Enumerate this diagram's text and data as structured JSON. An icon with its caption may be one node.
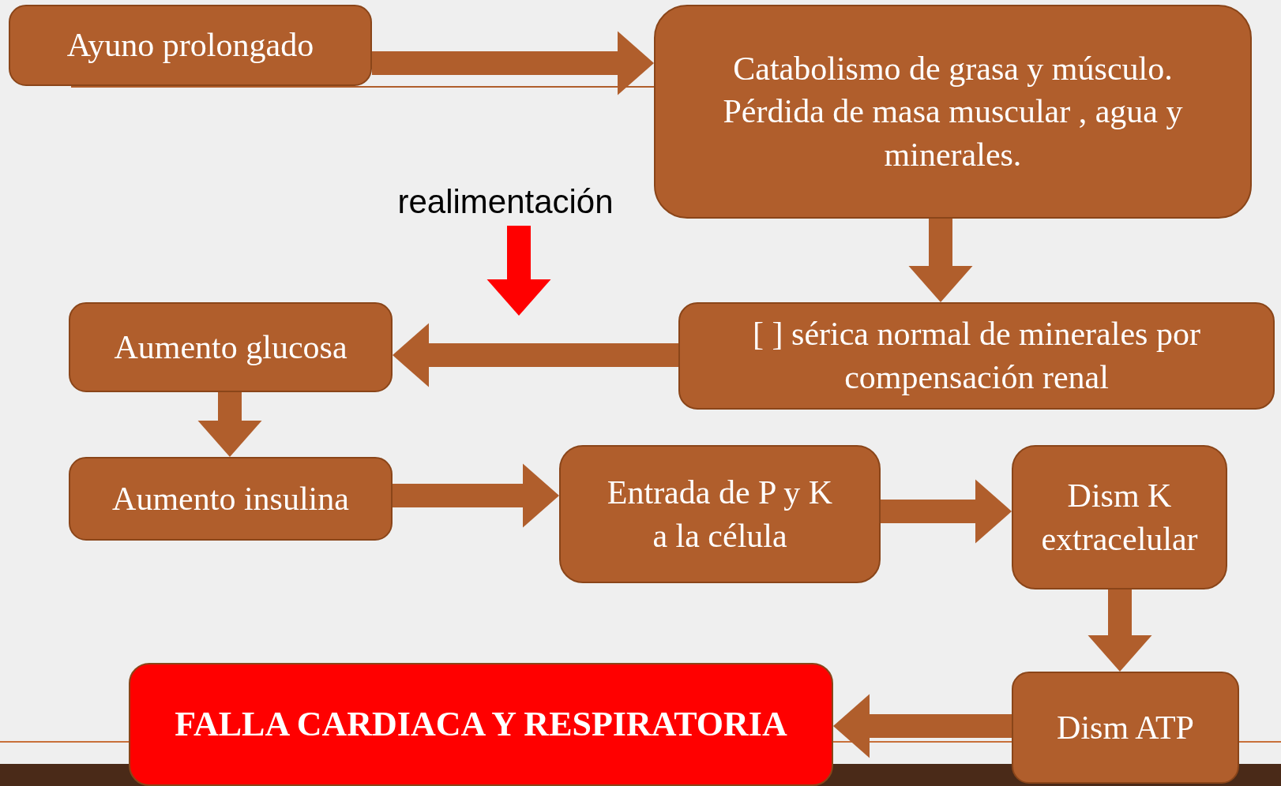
{
  "diagram": {
    "nodes": [
      {
        "text": [
          "Ayuno prolongado"
        ]
      },
      {
        "text": [
          "Catabolismo de grasa y músculo. Pérdida de masa muscular , agua y minerales."
        ]
      },
      {
        "text": [
          "realimentación"
        ]
      },
      {
        "text": [
          "[ ] sérica normal de minerales por compensación renal"
        ]
      },
      {
        "text": [
          "Aumento glucosa"
        ]
      },
      {
        "text": [
          "Aumento insulina"
        ]
      },
      {
        "text": [
          "Entrada de P y K a la célula"
        ]
      },
      {
        "text": [
          "Dism K extracelular"
        ]
      },
      {
        "text": [
          "Dism ATP"
        ]
      },
      {
        "text": [
          "FALLA CARDIACA Y RESPIRATORIA"
        ]
      }
    ],
    "edges": [
      {
        "from": 0,
        "to": 1,
        "arrow": "to"
      },
      {
        "from": 1,
        "to": 3,
        "arrow": "to"
      },
      {
        "from": 3,
        "to": 4,
        "arrow": "to"
      },
      {
        "from": 4,
        "to": 5,
        "arrow": "to"
      },
      {
        "from": 5,
        "to": 6,
        "arrow": "to"
      },
      {
        "from": 6,
        "to": 7,
        "arrow": "to"
      },
      {
        "from": 7,
        "to": 8,
        "arrow": "to"
      },
      {
        "from": 8,
        "to": 9,
        "arrow": "to"
      },
      {
        "from": 2,
        "to": null,
        "arrow": "to",
        "color": "#ff0000"
      }
    ]
  }
}
